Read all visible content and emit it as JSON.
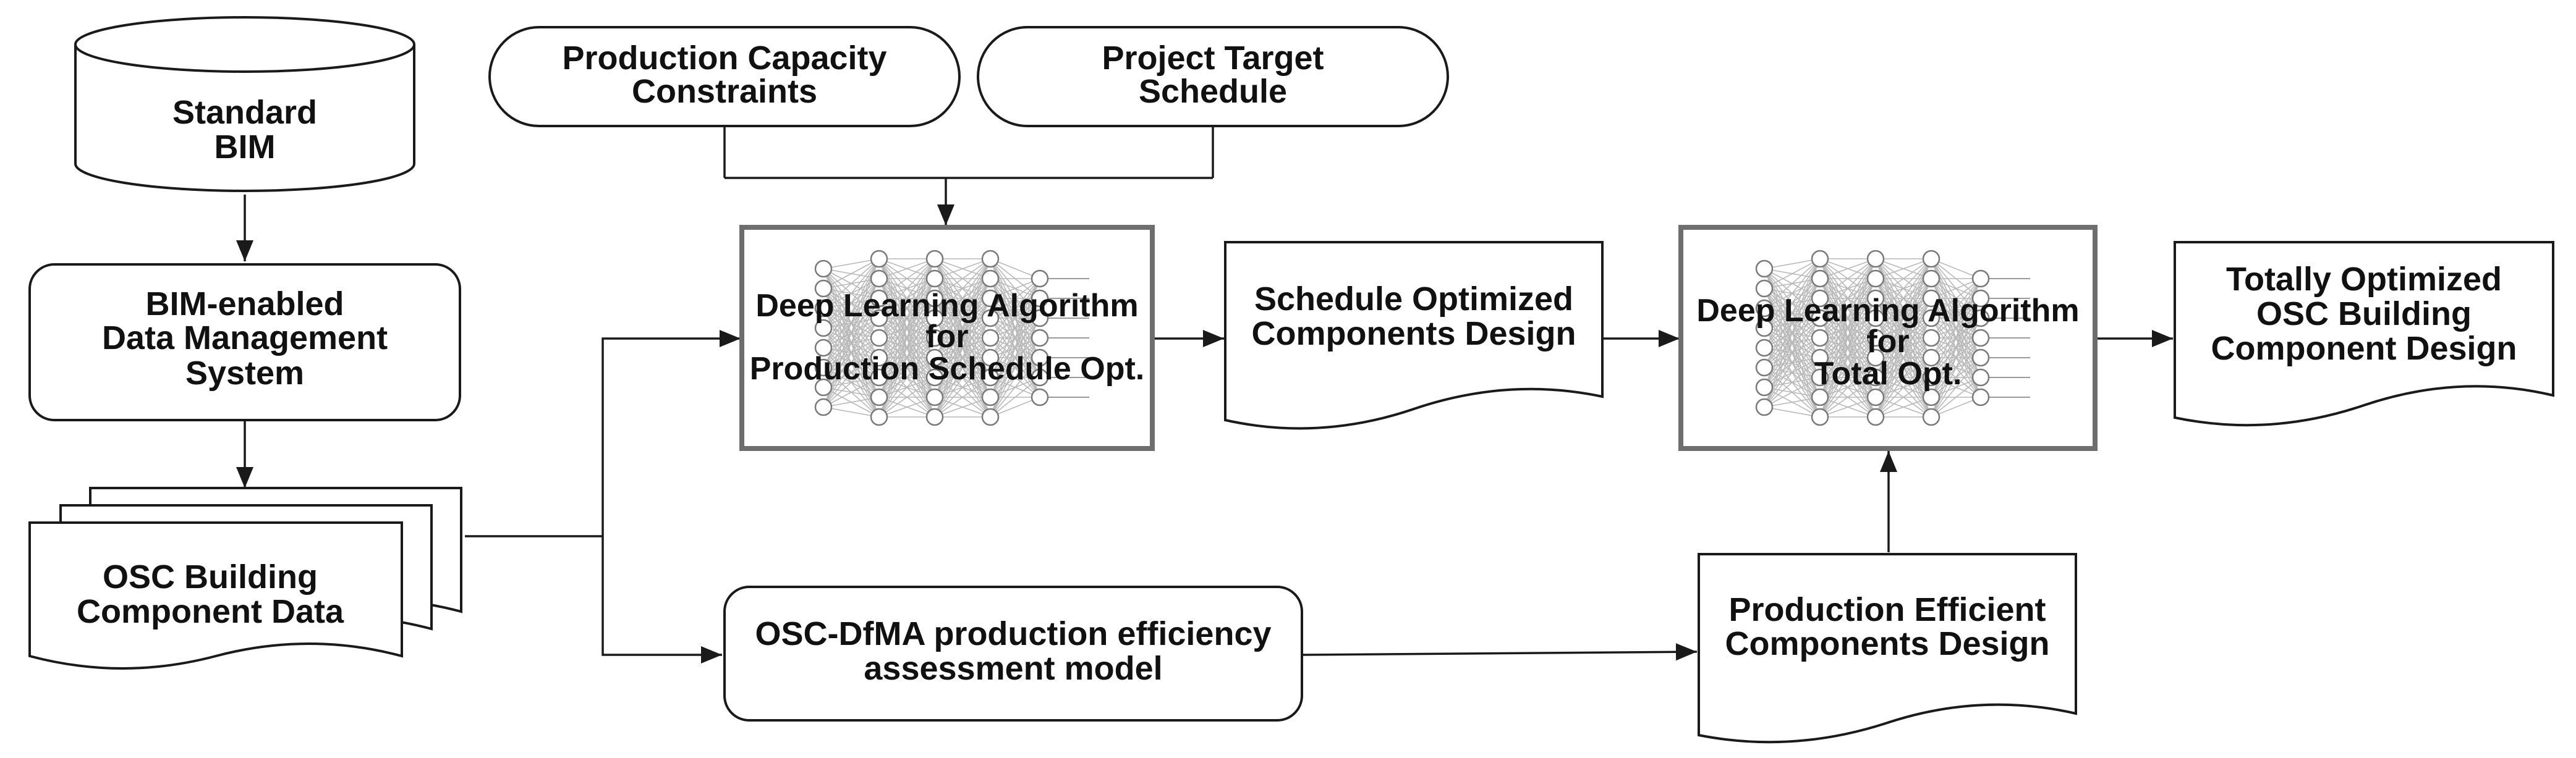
{
  "nodes": {
    "standard_bim": [
      "Standard",
      "BIM"
    ],
    "data_management": [
      "BIM-enabled",
      "Data Management",
      "System"
    ],
    "component_data": [
      "OSC Building",
      "Component Data"
    ],
    "capacity_constraints": [
      "Production Capacity",
      "Constraints"
    ],
    "target_schedule": [
      "Project Target",
      "Schedule"
    ],
    "dl_schedule": [
      "Deep Learning Algorithm",
      "for",
      "Production Schedule Opt."
    ],
    "schedule_optimized": [
      "Schedule Optimized",
      "Components Design"
    ],
    "dl_total": [
      "Deep Learning Algorithm",
      "for",
      "Total Opt."
    ],
    "totally_optimized": [
      "Totally Optimized",
      "OSC Building",
      "Component Design"
    ],
    "dfma_model": [
      "OSC-DfMA production efficiency",
      "assessment model"
    ],
    "production_efficient": [
      "Production Efficient",
      "Components Design"
    ]
  },
  "colors": {
    "stroke": "#1a1a1a",
    "fill": "#ffffff",
    "text": "#111111",
    "dl_border": "#6e6e6e",
    "network": "#b9b9b9"
  }
}
